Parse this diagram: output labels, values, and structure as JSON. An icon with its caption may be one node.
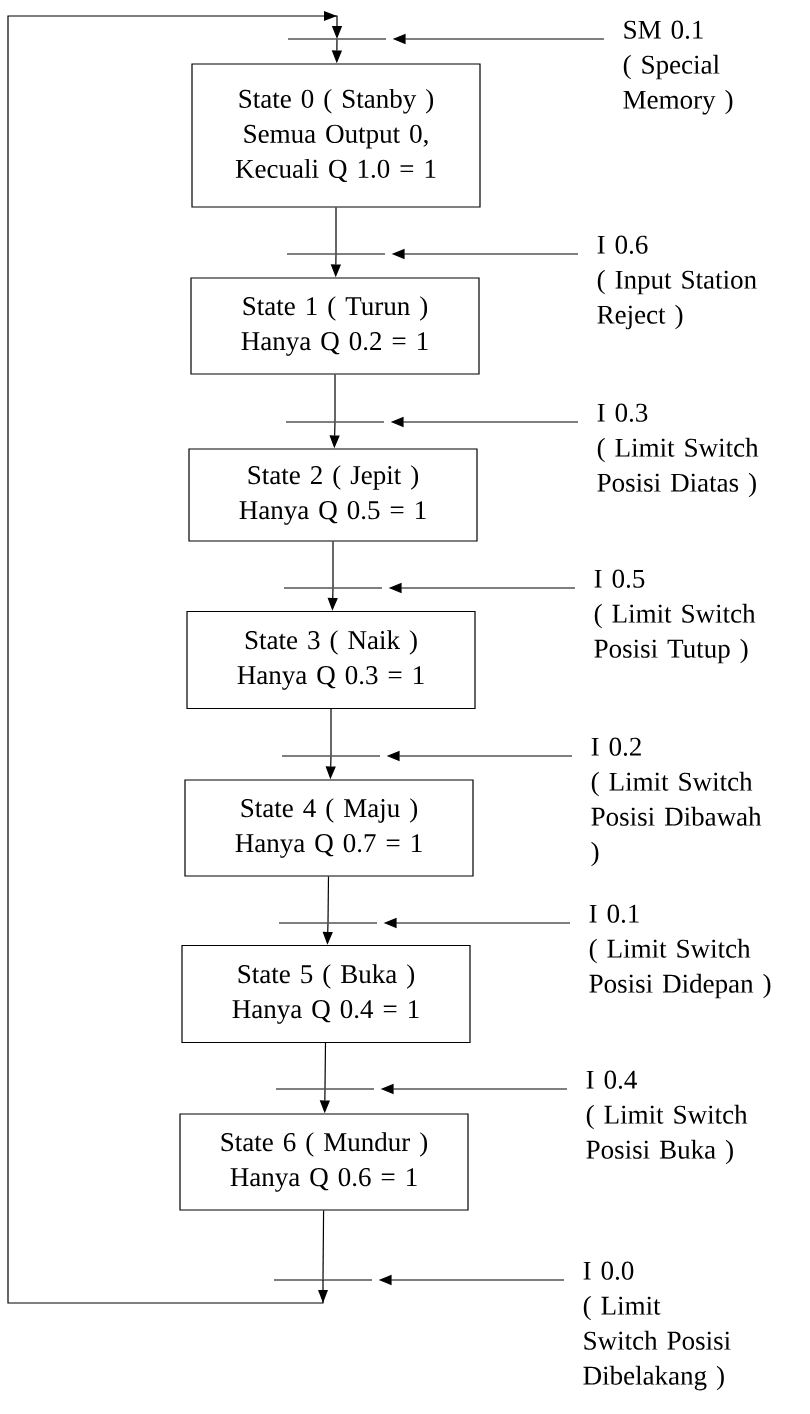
{
  "diagram": {
    "nodes": [
      {
        "text": [
          "State 0 ( Stanby )",
          "Semua Output 0, Kecuali Q 1.0 = 1"
        ]
      },
      {
        "text": [
          "State 1 ( Turun )",
          "Hanya Q 0.2 = 1"
        ]
      },
      {
        "text": [
          "State 2 ( Jepit )",
          "Hanya Q 0.5 = 1"
        ]
      },
      {
        "text": [
          "State 3 ( Naik )",
          "Hanya Q 0.3 = 1"
        ]
      },
      {
        "text": [
          "State 4 ( Maju )",
          "Hanya Q 0.7 = 1"
        ]
      },
      {
        "text": [
          "State 5 ( Buka )",
          "Hanya Q 0.4 = 1"
        ]
      },
      {
        "text": [
          "State 6 ( Mundur )",
          "Hanya Q 0.6 = 1"
        ]
      },
      {
        "text": [
          "SM 0.1",
          "( Special Memory )"
        ]
      },
      {
        "text": [
          "I 0.6",
          "( Input Station Reject )"
        ]
      },
      {
        "text": [
          "I 0.3",
          "( Limit Switch Posisi Diatas )"
        ]
      },
      {
        "text": [
          "I 0.5",
          "( Limit Switch Posisi Tutup )"
        ]
      },
      {
        "text": [
          "I 0.2",
          "( Limit Switch Posisi Dibawah )"
        ]
      },
      {
        "text": [
          "I 0.1",
          "( Limit Switch Posisi Didepan )"
        ]
      },
      {
        "text": [
          "I 0.4",
          "( Limit Switch Posisi Buka )"
        ]
      },
      {
        "text": [
          "I 0.0",
          "( Limit Switch Posisi Dibelakang )"
        ]
      },
      {
        "text": [],
        "shape": "bar"
      },
      {
        "text": [],
        "shape": "bar"
      },
      {
        "text": [],
        "shape": "bar"
      },
      {
        "text": [],
        "shape": "bar"
      },
      {
        "text": [],
        "shape": "bar"
      },
      {
        "text": [],
        "shape": "bar"
      },
      {
        "text": [],
        "shape": "bar"
      },
      {
        "text": [],
        "shape": "bar"
      }
    ],
    "edges": [
      {
        "from": 15,
        "to": 0,
        "arrow": "to"
      },
      {
        "from": 0,
        "to": 16,
        "arrow": "none"
      },
      {
        "from": 16,
        "to": 1,
        "arrow": "to"
      },
      {
        "from": 1,
        "to": 17,
        "arrow": "none"
      },
      {
        "from": 17,
        "to": 2,
        "arrow": "to"
      },
      {
        "from": 2,
        "to": 18,
        "arrow": "none"
      },
      {
        "from": 18,
        "to": 3,
        "arrow": "to"
      },
      {
        "from": 3,
        "to": 19,
        "arrow": "none"
      },
      {
        "from": 19,
        "to": 4,
        "arrow": "to"
      },
      {
        "from": 4,
        "to": 20,
        "arrow": "none"
      },
      {
        "from": 20,
        "to": 5,
        "arrow": "to"
      },
      {
        "from": 5,
        "to": 21,
        "arrow": "none"
      },
      {
        "from": 21,
        "to": 6,
        "arrow": "to"
      },
      {
        "from": 6,
        "to": 22,
        "arrow": "none"
      },
      {
        "from": 22,
        "to": 15,
        "arrow": "to"
      },
      {
        "from": 7,
        "to": 15,
        "arrow": "to"
      },
      {
        "from": 8,
        "to": 16,
        "arrow": "to"
      },
      {
        "from": 9,
        "to": 17,
        "arrow": "to"
      },
      {
        "from": 10,
        "to": 18,
        "arrow": "to"
      },
      {
        "from": 11,
        "to": 19,
        "arrow": "to"
      },
      {
        "from": 12,
        "to": 20,
        "arrow": "to"
      },
      {
        "from": 13,
        "to": 21,
        "arrow": "to"
      },
      {
        "from": 14,
        "to": 22,
        "arrow": "to"
      }
    ]
  }
}
